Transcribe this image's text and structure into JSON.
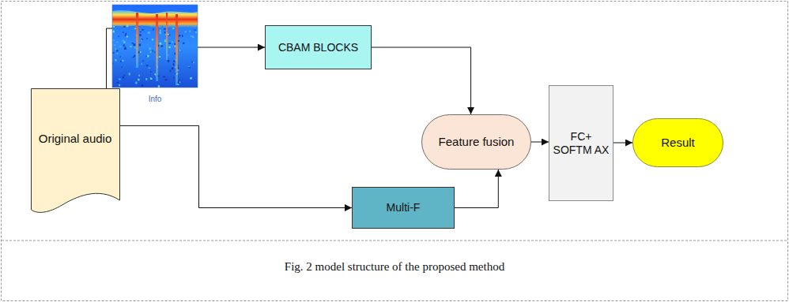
{
  "diagram": {
    "caption": "Fig. 2 model structure of the proposed method",
    "nodes": [
      {
        "text": [
          "Original audio"
        ]
      },
      {
        "text": [
          "Info"
        ]
      },
      {
        "text": [
          "CBAM BLOCKS"
        ]
      },
      {
        "text": [
          "Feature fusion"
        ]
      },
      {
        "text": [
          "Multi-F"
        ]
      },
      {
        "text": [
          "FC+ SOFTM AX"
        ]
      },
      {
        "text": [
          "Result"
        ]
      }
    ],
    "edges": [
      {
        "from": 0,
        "to": 1,
        "arrow": "none"
      },
      {
        "from": 1,
        "to": 2,
        "arrow": "to"
      },
      {
        "from": 2,
        "to": 3,
        "arrow": "to"
      },
      {
        "from": 0,
        "to": 4,
        "arrow": "to"
      },
      {
        "from": 4,
        "to": 3,
        "arrow": "to"
      },
      {
        "from": 3,
        "to": 5,
        "arrow": "to"
      },
      {
        "from": 5,
        "to": 6,
        "arrow": "to"
      }
    ]
  }
}
